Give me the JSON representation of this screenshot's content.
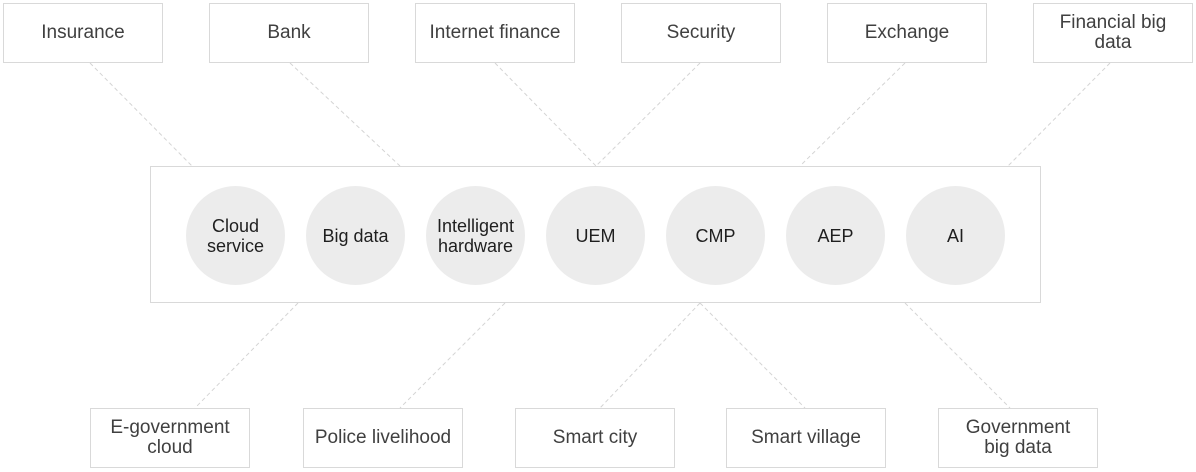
{
  "top_sectors": [
    "Insurance",
    "Bank",
    "Internet finance",
    "Security",
    "Exchange",
    "Financial big data"
  ],
  "core_capabilities": [
    "Cloud service",
    "Big data",
    "Intelligent hardware",
    "UEM",
    "CMP",
    "AEP",
    "AI"
  ],
  "bottom_sectors": [
    "E-government cloud",
    "Police livelihood",
    "Smart city",
    "Smart village",
    "Government big data"
  ],
  "colors": {
    "border": "#d9d9d9",
    "connector": "#d4d4d4",
    "circle_fill": "#ececec",
    "box_text": "#404040",
    "circle_text": "#1f1f1f"
  }
}
